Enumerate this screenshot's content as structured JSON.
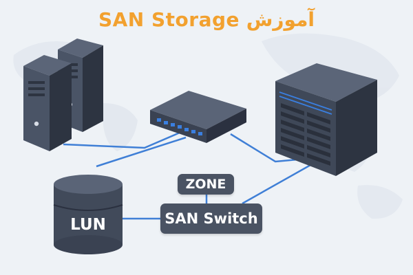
{
  "title": "آموزش SAN Storage",
  "zone_label": "ZONE",
  "san_switch_label": "SAN Switch",
  "lun_label": "LUN",
  "colors": {
    "title": "#f2a12f",
    "device_dark": "#3a4252",
    "link_line": "#3f7fd6",
    "port_light": "#3a7fe0",
    "background": "#eef2f6"
  },
  "icons": [
    "server-tower-icon",
    "network-switch-icon",
    "storage-array-icon",
    "database-cylinder-icon"
  ]
}
